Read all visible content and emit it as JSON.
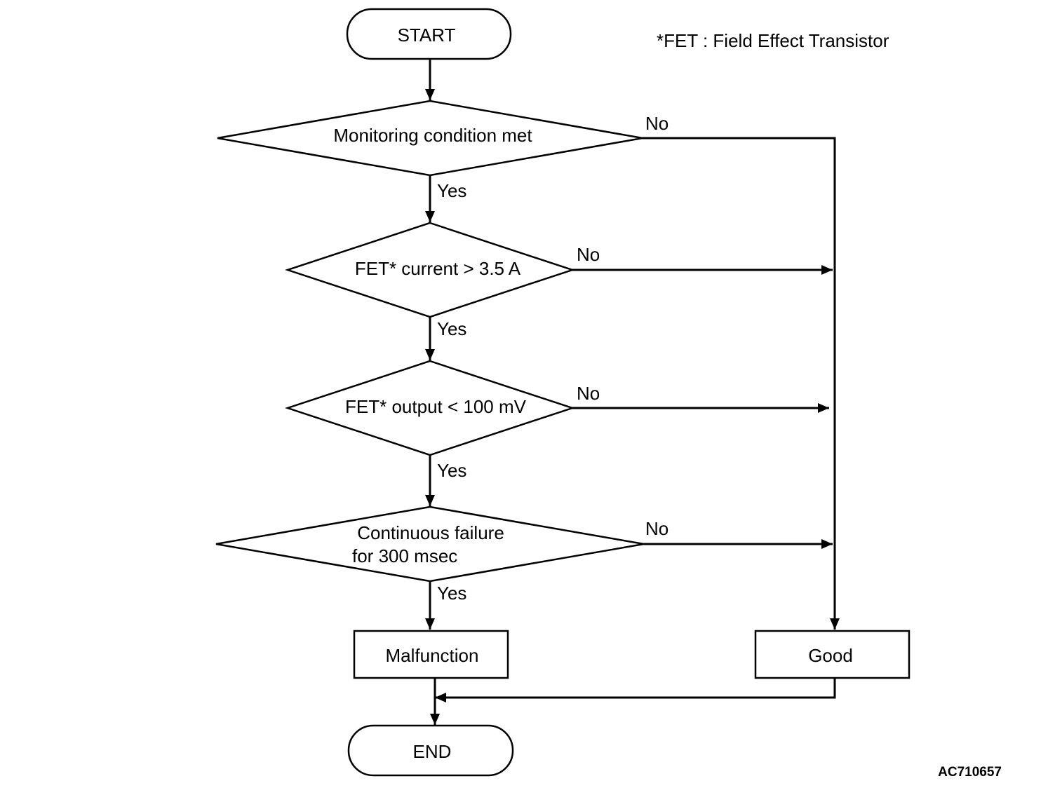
{
  "footnote": "*FET : Field Effect Transistor",
  "figure_code": "AC710657",
  "nodes": {
    "start": "START",
    "d1": "Monitoring condition met",
    "d2": "FET* current > 3.5 A",
    "d3": "FET* output < 100 mV",
    "d4_line1": "Continuous failure",
    "d4_line2": "for 300 msec",
    "malfunction": "Malfunction",
    "good": "Good",
    "end": "END"
  },
  "edge_labels": {
    "d1_yes": "Yes",
    "d1_no": "No",
    "d2_yes": "Yes",
    "d2_no": "No",
    "d3_yes": "Yes",
    "d3_no": "No",
    "d4_yes": "Yes",
    "d4_no": "No"
  }
}
